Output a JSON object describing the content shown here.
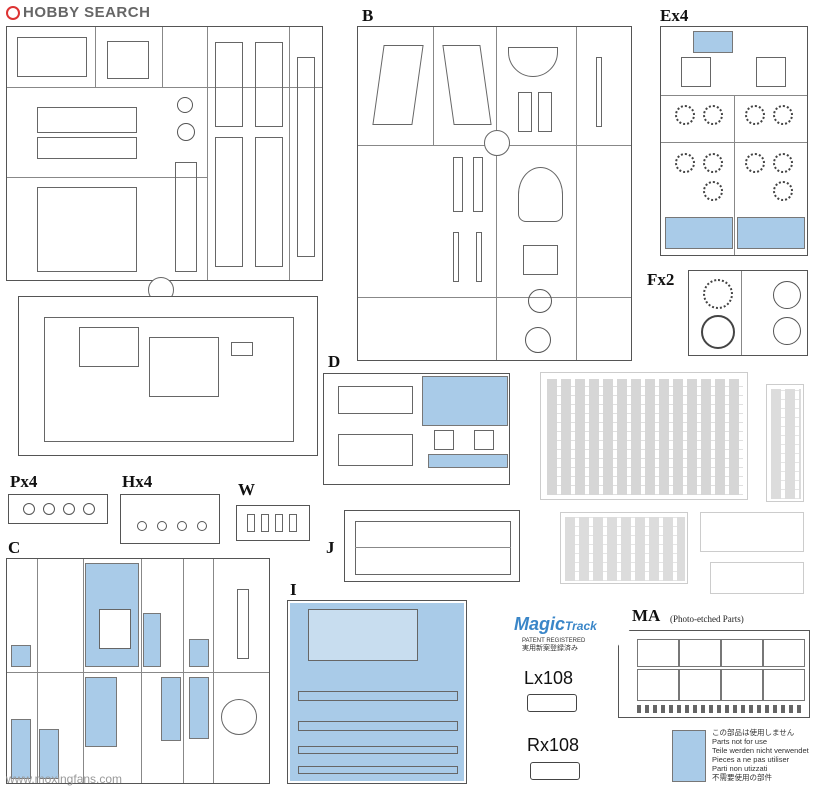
{
  "header": {
    "brand": "HOBBY SEARCH"
  },
  "sprues": {
    "B": "B",
    "Ex4": "Ex4",
    "Fx2": "Fx2",
    "D": "D",
    "Px4": "Px4",
    "Hx4": "Hx4",
    "W": "W",
    "C": "C",
    "J": "J",
    "I": "I",
    "MA": "MA",
    "MA_sub": "(Photo-etched Parts)"
  },
  "tracks": {
    "brand": "Magic",
    "brand2": "Track",
    "brand_sub1": "PATENT REGISTERED",
    "brand_sub2": "実用新案登録済み",
    "left": "Lx108",
    "right": "Rx108"
  },
  "legend": {
    "lines": [
      "この部品は使用しません",
      "Parts not for use",
      "Teile werden nicht verwendet",
      "Pieces a ne pas utiliser",
      "Parti non utizzati",
      "不需要使用の部件"
    ]
  },
  "watermark": "www.moxingfans.com",
  "colors": {
    "blue": "#a9cbe8",
    "line": "#555555"
  }
}
